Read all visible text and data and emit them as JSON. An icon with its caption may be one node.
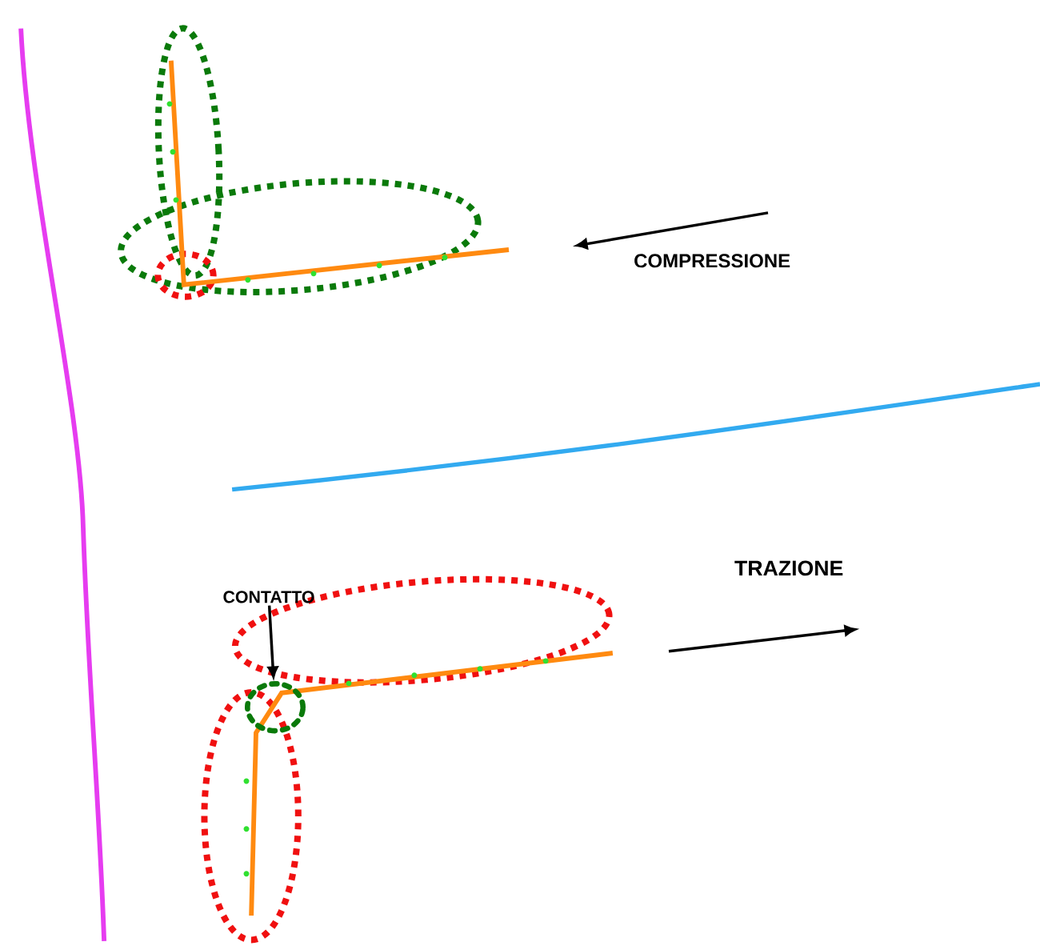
{
  "diagram": {
    "nodes": [
      {
        "text": [
          "CONTATTO"
        ]
      },
      {
        "text": [],
        "shape": "circle"
      }
    ],
    "edges": [
      {
        "from": 0,
        "to": 1,
        "arrow": "to"
      }
    ],
    "labels": [
      "COMPRESSIONE",
      "TRAZIONE"
    ]
  }
}
